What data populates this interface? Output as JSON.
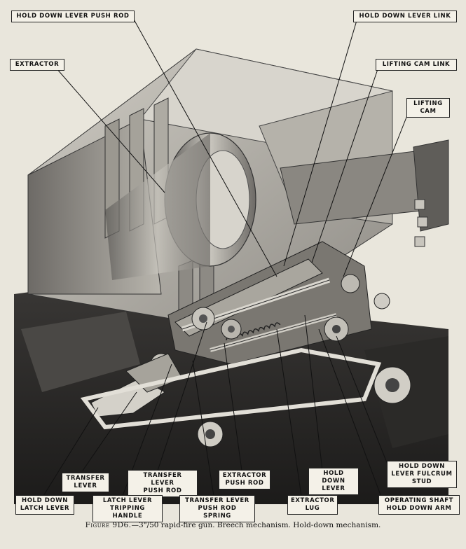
{
  "labels": {
    "hold_down_lever_push_rod": "HOLD DOWN LEVER PUSH ROD",
    "hold_down_lever_link": "HOLD DOWN LEVER LINK",
    "extractor": "EXTRACTOR",
    "lifting_cam_link": "LIFTING CAM LINK",
    "lifting_cam": "LIFTING\nCAM",
    "transfer_lever": "TRANSFER\nLEVER",
    "transfer_lever_push_rod": "TRANSFER LEVER\nPUSH ROD",
    "extractor_push_rod": "EXTRACTOR\nPUSH ROD",
    "hold_down_lever": "HOLD DOWN\nLEVER",
    "hold_down_lever_fulcrum_stud": "HOLD DOWN\nLEVER FULCRUM\nSTUD",
    "hold_down_latch_lever": "HOLD DOWN\nLATCH LEVER",
    "latch_lever_tripping_handle": "LATCH LEVER\nTRIPPING HANDLE",
    "transfer_lever_push_rod_spring": "TRANSFER LEVER\nPUSH ROD SPRING",
    "extractor_lug": "EXTRACTOR\nLUG",
    "operating_shaft_hold_down_arm": "OPERATING SHAFT\nHOLD DOWN ARM"
  },
  "caption": {
    "figure_number": "Figure 9D6.",
    "text": "—3\"/50 rapid-fire gun.  Breech mechanism.  Hold-down mechanism."
  }
}
